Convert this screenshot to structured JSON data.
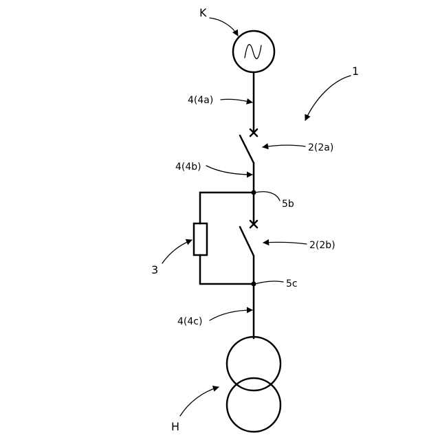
{
  "labels": {
    "source": "K",
    "system": "1",
    "line_a": "4(4a)",
    "line_b": "4(4b)",
    "line_c": "4(4c)",
    "breaker_a": "2(2a)",
    "breaker_b": "2(2b)",
    "resistor": "3",
    "node_b": "5b",
    "node_c": "5c",
    "transformer": "H"
  },
  "icons": {
    "source": "ac-source-icon",
    "breaker": "breaker-switch-icon",
    "resistor": "resistor-icon",
    "transformer": "transformer-icon"
  },
  "colors": {
    "stroke": "#000000",
    "background": "#ffffff"
  }
}
